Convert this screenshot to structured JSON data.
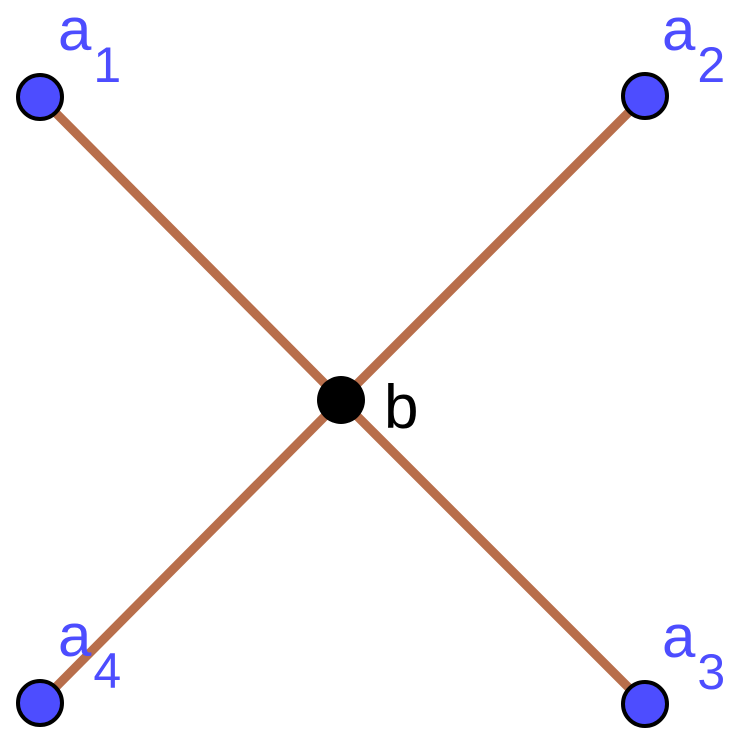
{
  "colors": {
    "background": "#ffffff",
    "edge": "#b86e4b",
    "outer_node_fill": "#4d4dff",
    "outer_node_stroke": "#000000",
    "center_node_fill": "#000000",
    "outer_label": "#4d4dff",
    "center_label": "#000000"
  },
  "nodes": {
    "a1": {
      "label": "a",
      "subscript": "1"
    },
    "a2": {
      "label": "a",
      "subscript": "2"
    },
    "a3": {
      "label": "a",
      "subscript": "3"
    },
    "a4": {
      "label": "a",
      "subscript": "4"
    },
    "b": {
      "label": "b"
    }
  },
  "edges": [
    {
      "from": "a1",
      "to": "b"
    },
    {
      "from": "a2",
      "to": "b"
    },
    {
      "from": "a3",
      "to": "b"
    },
    {
      "from": "a4",
      "to": "b"
    }
  ]
}
